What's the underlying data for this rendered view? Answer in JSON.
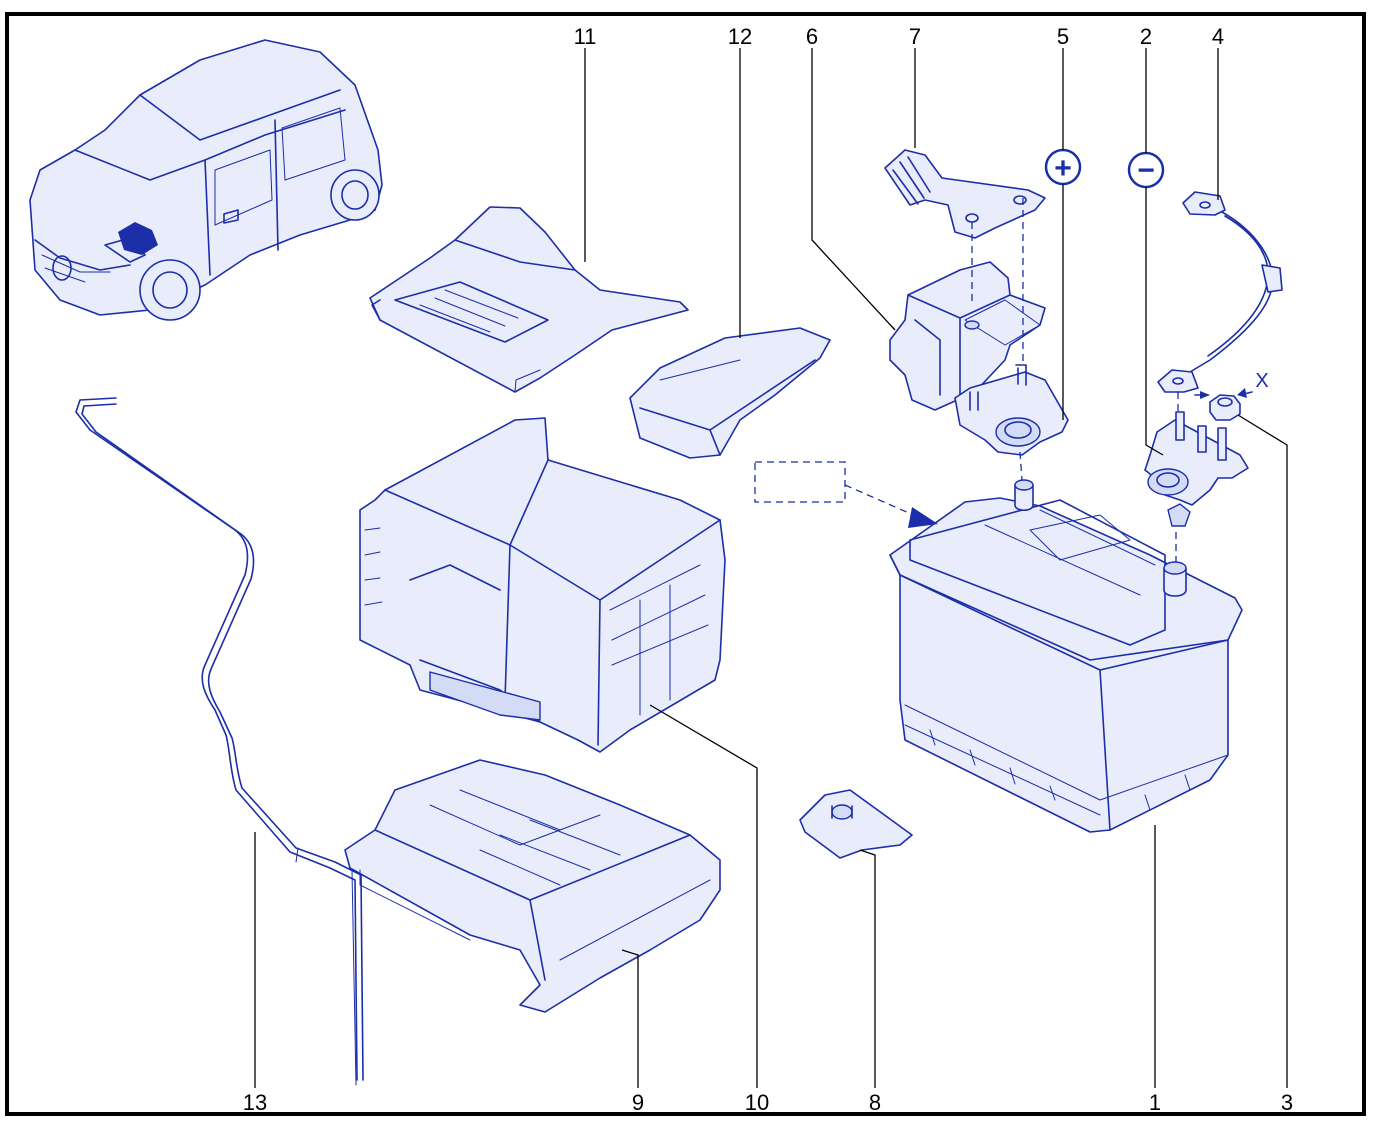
{
  "callouts": {
    "c1": "1",
    "c2": "2",
    "c3": "3",
    "c4": "4",
    "c5": "5",
    "c6": "6",
    "c7": "7",
    "c8": "8",
    "c9": "9",
    "c10": "10",
    "c11": "11",
    "c12": "12",
    "c13": "13"
  },
  "polarity": {
    "positive": "+",
    "negative": "−"
  },
  "dimension_label": "X",
  "colors": {
    "ink": "#1c2ea8",
    "frame": "#000000",
    "callout_text": "#000000"
  }
}
